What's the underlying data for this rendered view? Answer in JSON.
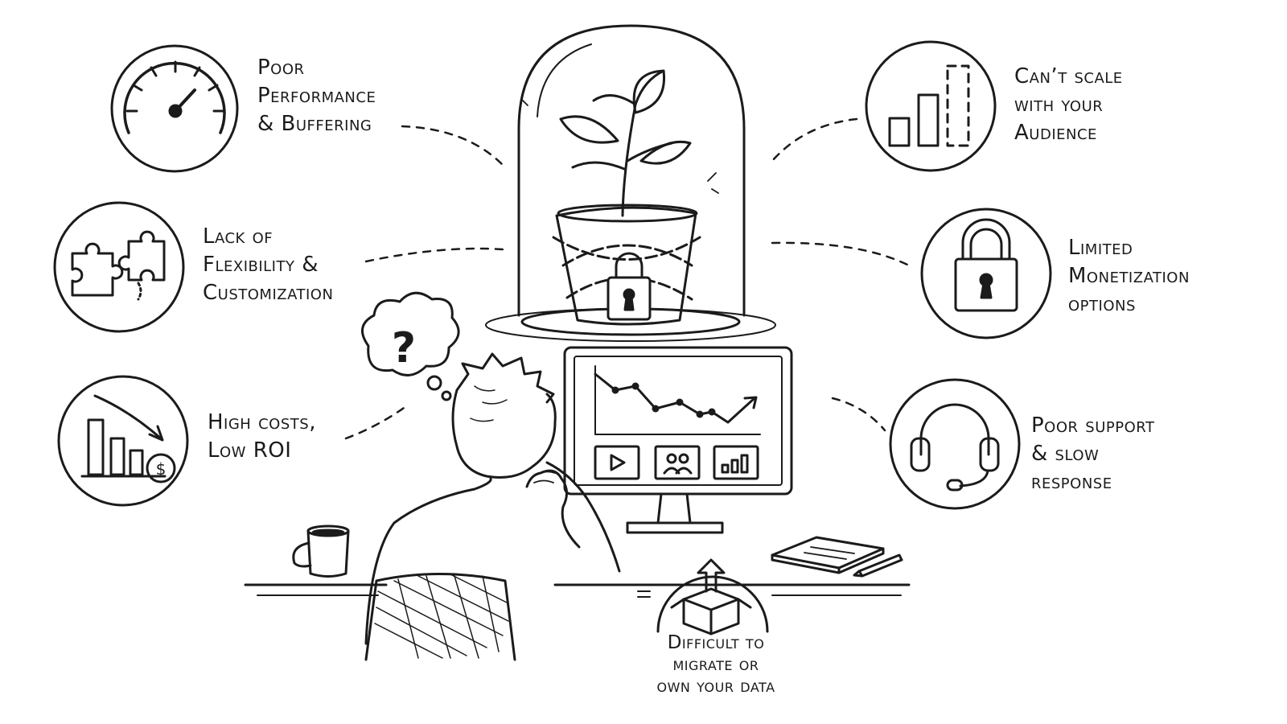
{
  "issues": {
    "performance": {
      "lines": [
        "Poor",
        "Performance",
        "& Buffering"
      ],
      "icon": "speedometer-icon"
    },
    "flexibility": {
      "lines": [
        "Lack of",
        "Flexibility &",
        "Customization"
      ],
      "icon": "puzzle-pieces-icon"
    },
    "costs": {
      "lines": [
        "High costs,",
        "Low ROI"
      ],
      "icon": "declining-bars-dollar-icon"
    },
    "scale": {
      "lines": [
        "Can’t scale",
        "with your",
        "Audience"
      ],
      "icon": "bar-chart-growth-icon"
    },
    "monetization": {
      "lines": [
        "Limited",
        "Monetization",
        "options"
      ],
      "icon": "padlock-icon"
    },
    "support": {
      "lines": [
        "Poor support",
        "& slow",
        "response"
      ],
      "icon": "headset-icon"
    },
    "migration": {
      "lines": [
        "Difficult to",
        "migrate or",
        "own your data"
      ],
      "icon": "box-upload-icon"
    }
  },
  "center": {
    "illustration": "plant-in-locked-pot-under-glass-dome",
    "thought_symbol": "?"
  },
  "colors": {
    "ink": "#1b1b1b",
    "background": "#ffffff"
  }
}
